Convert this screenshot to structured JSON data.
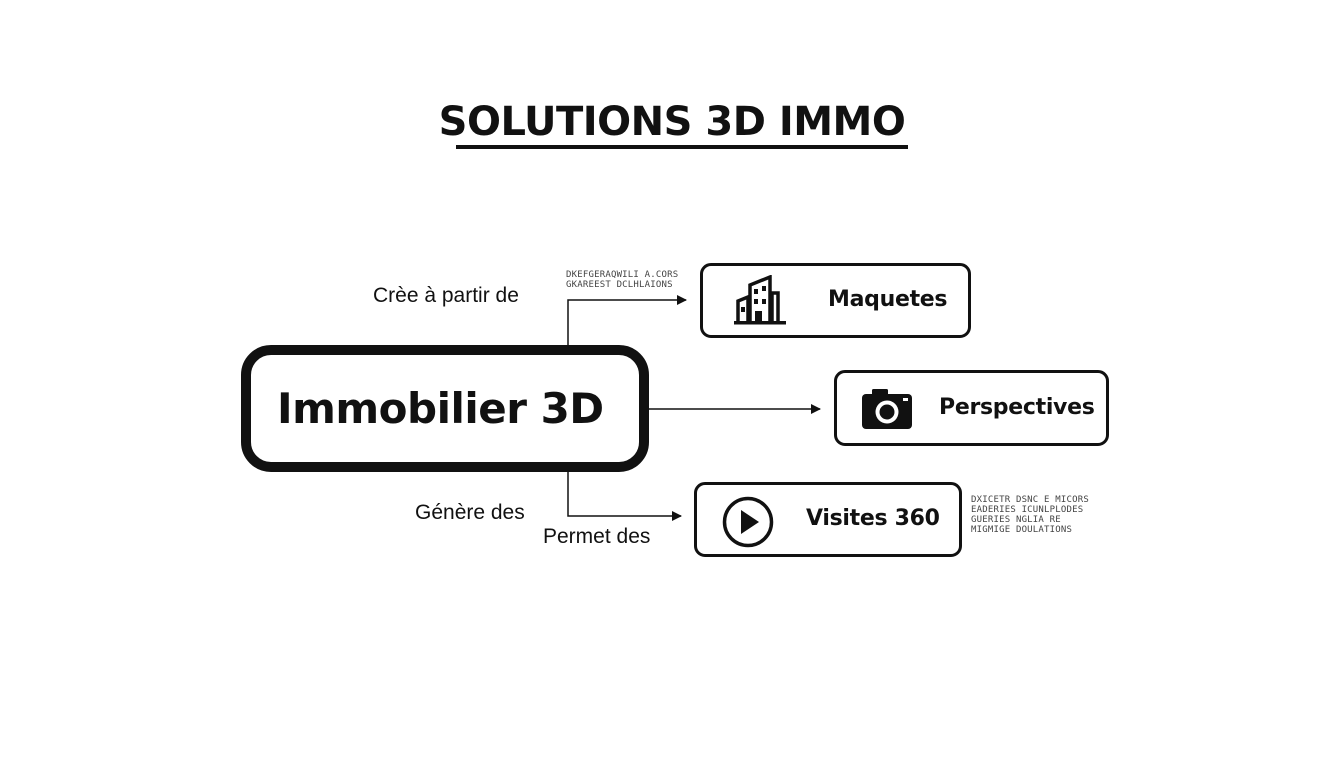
{
  "title": "SOLUTIONS 3D IMMO",
  "center_node": {
    "label": "Immobilier 3D"
  },
  "nodes": [
    {
      "label": "Maquetes",
      "icon": "building-icon"
    },
    {
      "label": "Perspectives",
      "icon": "camera-icon"
    },
    {
      "label": "Visites 360",
      "icon": "play-icon"
    }
  ],
  "edge_labels": {
    "top": "Crèe à partir de",
    "bottom_left": "Génère des",
    "bottom_right": "Permet des"
  },
  "annotations": {
    "top_lines": [
      "DKEFGERAQWILI A.CORS",
      "GKAREEST DCLHLAIONS"
    ],
    "right_lines": [
      "DXICETR DSNC E MICORS",
      "EADERIES ICUNLPLODES",
      "GUERIES NGLIA RE",
      "MIGMIGE DOULATIONS"
    ]
  },
  "colors": {
    "stroke": "#111111",
    "background": "#ffffff"
  }
}
